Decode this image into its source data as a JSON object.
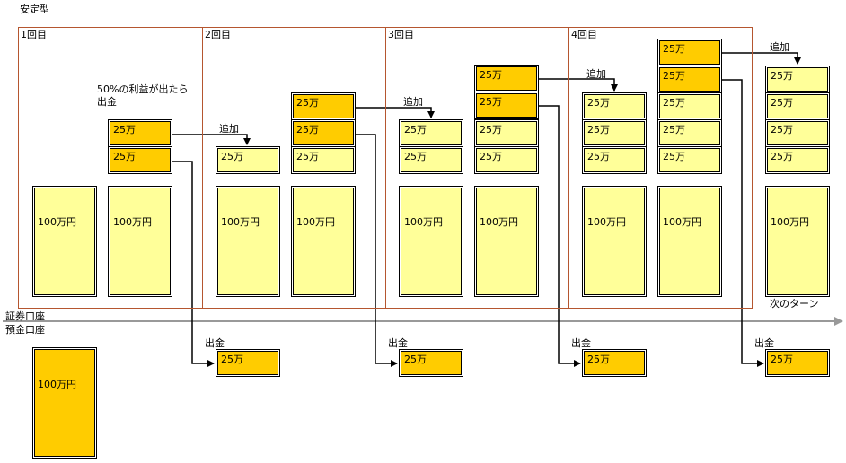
{
  "title": "安定型",
  "rounds": [
    "1回目",
    "2回目",
    "3回目",
    "4回目"
  ],
  "note": [
    "50%の利益が出たら",
    "出金"
  ],
  "add_label": "追加",
  "withdraw_label": "出金",
  "next_turn": "次のターン",
  "account_labels": {
    "securities": "証券口座",
    "deposit": "預金口座"
  },
  "unit_small": "25万",
  "unit_large": "100万円",
  "colors": {
    "light": "#ffff99",
    "orange": "#ffcc00",
    "frame": "#b5562f",
    "timeline": "#999999"
  }
}
